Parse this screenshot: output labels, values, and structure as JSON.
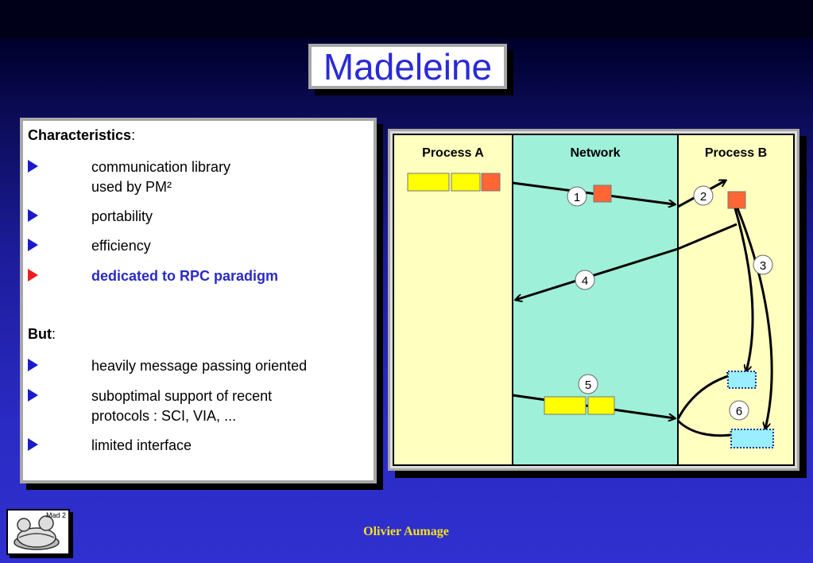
{
  "slide": {
    "title": "Madeleine",
    "footer_author": "Olivier Aumage",
    "logo_label": "Mad 2"
  },
  "text_panel": {
    "heading1": "Characteristics",
    "heading1_suffix": ":",
    "characteristics": [
      {
        "text": "communication library\nused by PM²",
        "arrow_color": "#1a1acc"
      },
      {
        "text": "portability",
        "arrow_color": "#1a1acc"
      },
      {
        "text": "efficiency",
        "arrow_color": "#1a1acc"
      },
      {
        "text": "dedicated to RPC paradigm",
        "arrow_color": "#ee1d1d",
        "highlight": true
      }
    ],
    "heading2": "But",
    "heading2_suffix": ":",
    "limitations": [
      {
        "text": "heavily message passing oriented"
      },
      {
        "text": "suboptimal support of recent\nprotocols : SCI, VIA, ..."
      },
      {
        "text": "limited interface"
      }
    ]
  },
  "diagram": {
    "columns": [
      "Process A",
      "Network",
      "Process B"
    ],
    "steps": [
      "1",
      "2",
      "3",
      "4",
      "5",
      "6"
    ],
    "colors": {
      "process_bg": "#ffffc0",
      "network_bg": "#9ff0d8",
      "yellow_block": "#ffff00",
      "orange_block": "#ff6633",
      "cyan_block": "#99eeff"
    }
  },
  "icons": {
    "bullet": "right-triangle-icon",
    "logo": "madeleine-logo-icon"
  }
}
